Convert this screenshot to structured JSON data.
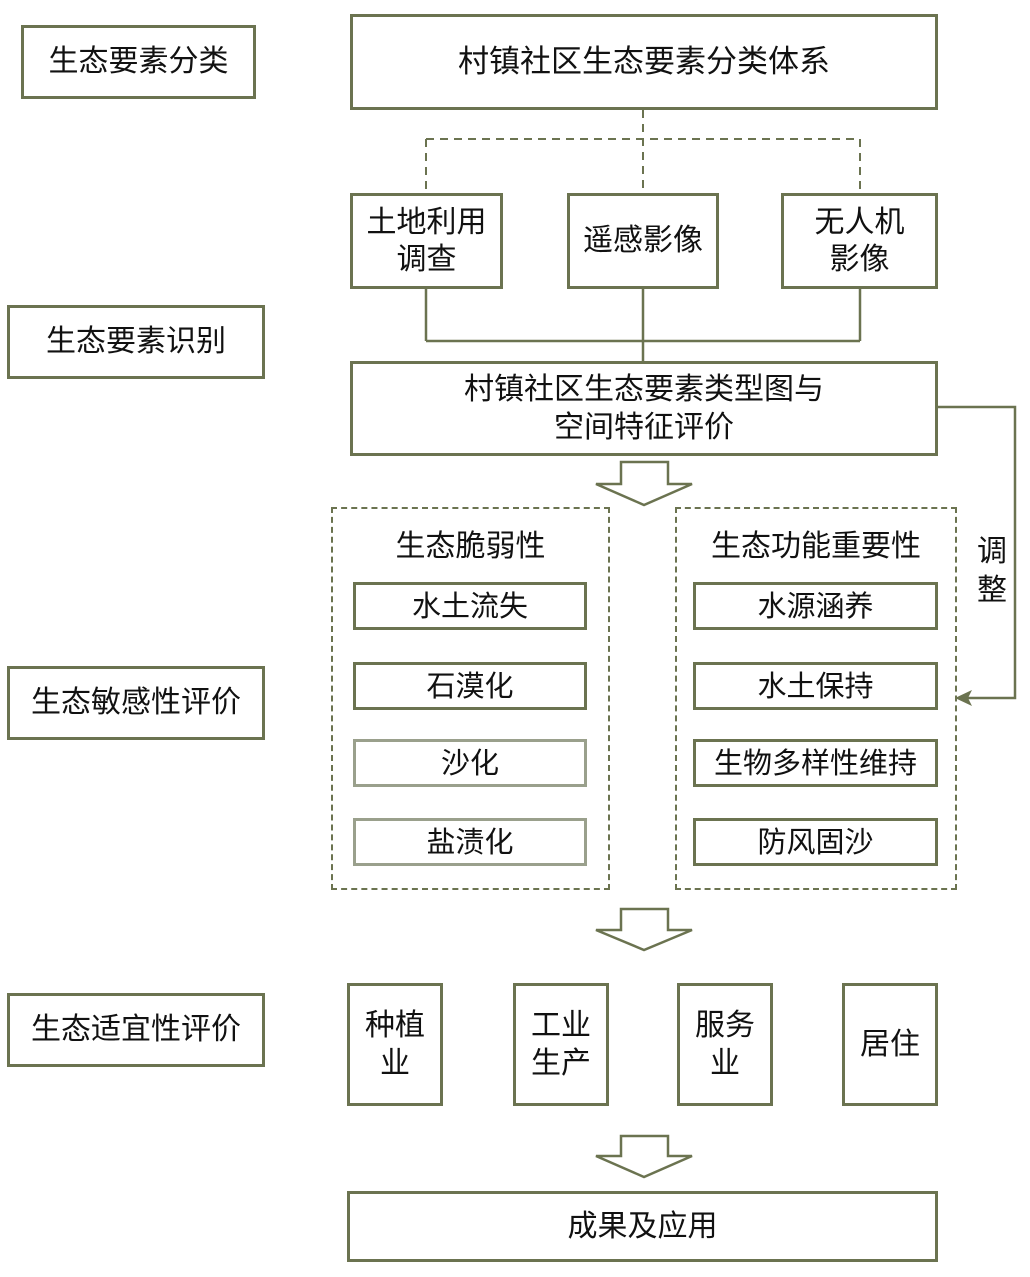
{
  "colors": {
    "border": "#6b7350",
    "border_light": "#9aa08c",
    "text": "#111111"
  },
  "stages": {
    "classification": "生态要素分类",
    "identification": "生态要素识别",
    "sensitivity": "生态敏感性评价",
    "suitability": "生态适宜性评价"
  },
  "classification_system": "村镇社区生态要素分类体系",
  "sources": [
    {
      "line1": "土地利用",
      "line2": "调查"
    },
    {
      "line1": "遥感影像",
      "line2": ""
    },
    {
      "line1": "无人机",
      "line2": "影像"
    }
  ],
  "type_map": {
    "line1": "村镇社区生态要素类型图与",
    "line2": "空间特征评价"
  },
  "feedback_label": {
    "char1": "调",
    "char2": "整"
  },
  "vulnerability": {
    "title": "生态脆弱性",
    "items": [
      "水土流失",
      "石漠化",
      "沙化",
      "盐渍化"
    ]
  },
  "importance": {
    "title": "生态功能重要性",
    "items": [
      "水源涵养",
      "水土保持",
      "生物多样性维持",
      "防风固沙"
    ]
  },
  "suitability_items": [
    {
      "line1": "种植",
      "line2": "业"
    },
    {
      "line1": "工业",
      "line2": "生产"
    },
    {
      "line1": "服务",
      "line2": "业"
    },
    {
      "line1": "居住",
      "line2": ""
    }
  ],
  "result": "成果及应用"
}
